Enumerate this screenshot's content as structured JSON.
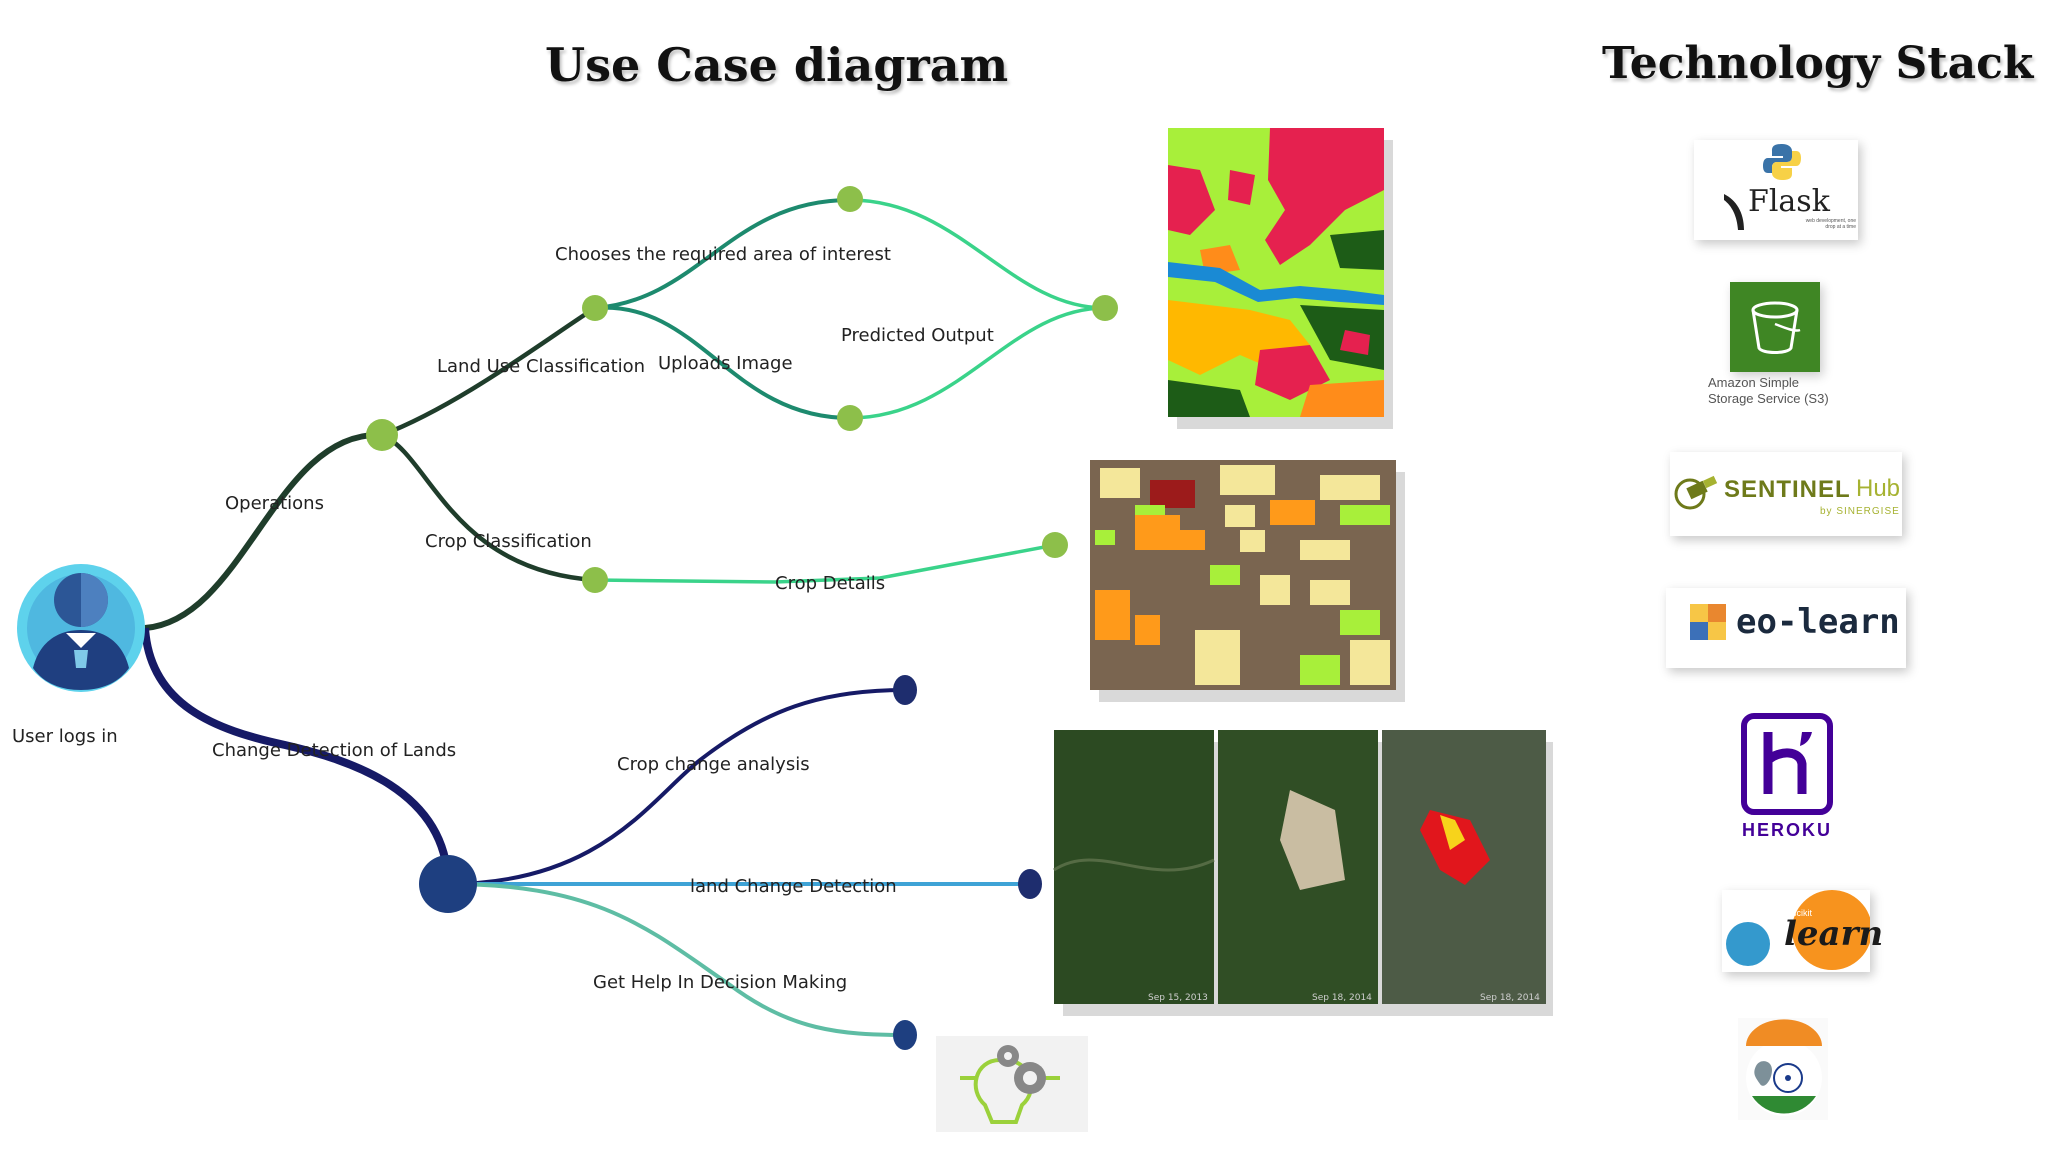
{
  "titles": {
    "diagram": "Use  Case diagram",
    "stack": "Technology Stack"
  },
  "nodes": {
    "user": "User logs in",
    "operations": "Operations",
    "land_use": "Land Use Classification",
    "area_interest": "Chooses the required area of interest",
    "upload": "Uploads Image",
    "predicted": "Predicted Output",
    "crop_class": "Crop Classification",
    "crop_details": "Crop Details",
    "change_detection": "Change Detection of Lands",
    "crop_change": "Crop change analysis",
    "land_change": "land Change Detection",
    "decision": "Get Help In Decision Making"
  },
  "image_dates": [
    "Sep 15, 2013",
    "Sep 18, 2014",
    "Sep 18, 2014"
  ],
  "stack": {
    "flask": "Flask",
    "flask_tag": "web development, one drop at a time",
    "s3": "Amazon Simple Storage Service (S3)",
    "sentinel_main": "SENTINEL",
    "sentinel_hub": "Hub",
    "sentinel_by": "by SINERGISE",
    "eolearn": "eo-learn",
    "heroku": "HEROKU",
    "sklearn_small": "scikit",
    "sklearn": "learn"
  },
  "colors": {
    "dark_green": "#1f3d2b",
    "teal": "#1d8a6e",
    "mint": "#3ad38a",
    "navy": "#161a66",
    "blue": "#3ea3d6",
    "node_green": "#8dbf4a",
    "node_blue": "#1e3f80"
  }
}
